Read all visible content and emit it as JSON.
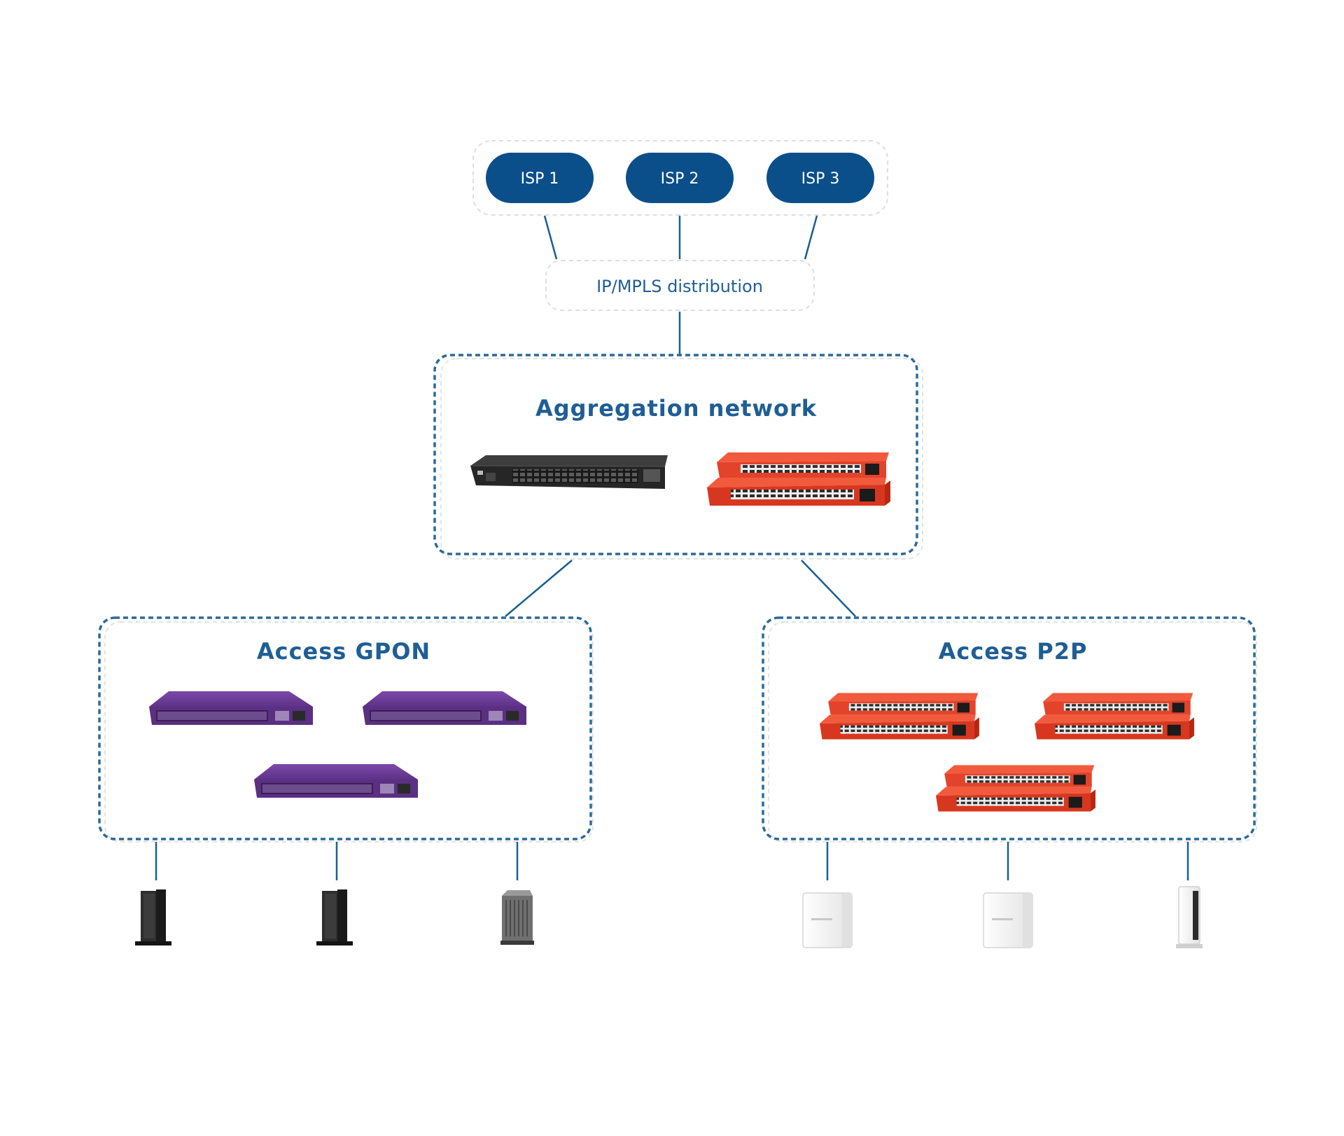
{
  "colors": {
    "primary": "#0b4f8a",
    "line": "#1a5f8f",
    "title": "#1f5e94",
    "dashed_border": "#2b6a99",
    "light_border": "#dcdcdc",
    "purple_switch": "#6a3d94",
    "red_switch": "#e8452c",
    "black_switch": "#2a2a2a"
  },
  "isp": {
    "items": [
      {
        "label": "ISP 1"
      },
      {
        "label": "ISP 2"
      },
      {
        "label": "ISP 3"
      }
    ]
  },
  "distribution": {
    "label": "IP/MPLS distribution"
  },
  "aggregation": {
    "title": "Aggregation network",
    "devices": [
      {
        "icon": "black-switch-icon"
      },
      {
        "icon": "red-switch-stack-icon"
      }
    ]
  },
  "access_gpon": {
    "title": "Access GPON",
    "devices": [
      {
        "icon": "purple-switch-icon"
      },
      {
        "icon": "purple-switch-icon"
      },
      {
        "icon": "purple-switch-icon"
      }
    ],
    "endpoints": [
      {
        "icon": "black-router-icon"
      },
      {
        "icon": "black-router-icon"
      },
      {
        "icon": "grey-ont-icon"
      }
    ]
  },
  "access_p2p": {
    "title": "Access P2P",
    "devices": [
      {
        "icon": "red-switch-stack-icon"
      },
      {
        "icon": "red-switch-stack-icon"
      },
      {
        "icon": "red-switch-stack-icon"
      }
    ],
    "endpoints": [
      {
        "icon": "white-cpe-icon"
      },
      {
        "icon": "white-cpe-icon"
      },
      {
        "icon": "white-router-icon"
      }
    ]
  }
}
